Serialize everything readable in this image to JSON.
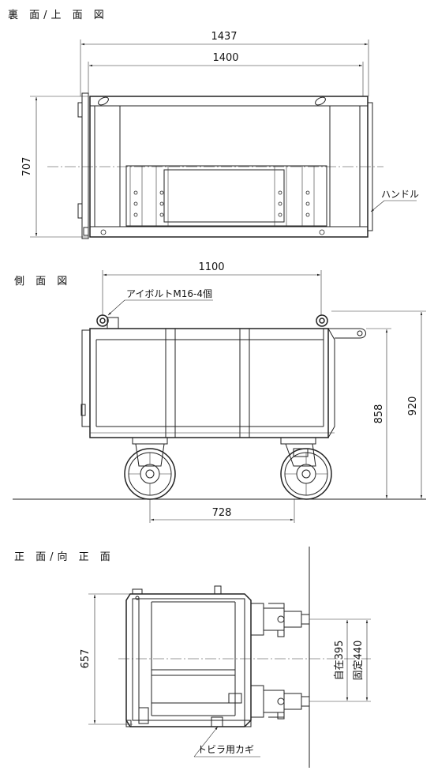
{
  "views": {
    "top_view_title": "裏 面/上 面 図",
    "side_view_title": "側 面 図",
    "front_view_title": "正 面/向 正 面"
  },
  "dimensions": {
    "overall_width": "1437",
    "inner_width": "1400",
    "depth": "707",
    "bolt_span": "1100",
    "overall_height": "920",
    "body_height": "858",
    "wheelbase": "728",
    "front_depth": "657",
    "swivel_caster_pitch": "自在395",
    "fixed_caster_pitch": "固定440"
  },
  "annotations": {
    "handle": "ハンドル",
    "eyebolt": "アイボルトM16-4個",
    "door_key": "トビラ用カギ"
  }
}
